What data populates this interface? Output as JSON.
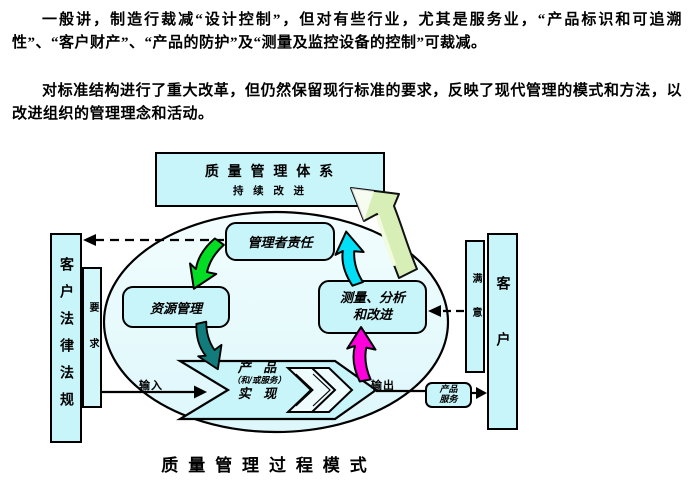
{
  "paragraphs": {
    "p1": "一般讲，制造行裁减“设计控制”，但对有些行业，尤其是服务业，“产品标识和可追溯性”、“客户财产”、“产品的防护”及“测量及监控设备的控制”可裁减。",
    "p2": "对标准结构进行了重大改革，但仍然保留现行标准的要求，反映了现代管理的模式和方法，以改进组织的管理理念和活动。"
  },
  "diagram": {
    "qms_box": {
      "title": "质 量 管 理 体 系",
      "subtitle": "持 续 改 进"
    },
    "management_responsibility": "管理者责任",
    "resource_management": "资源管理",
    "measurement_analysis": {
      "line1": "测量、分析",
      "line2": "和改进"
    },
    "product_realization": {
      "line1": "产 品",
      "line2": "（和/或服务）",
      "line3": "实 现"
    },
    "customer_laws": "客户法律法规",
    "requirements": "要求",
    "satisfaction": "满意",
    "customer": "客户",
    "product_service": {
      "line1": "产品",
      "line2": "服务"
    },
    "input_label": "输入",
    "output_label": "输出",
    "caption": "质 量 管 理 过 程 模 式",
    "colors": {
      "box_fill": "#c8f5fa",
      "ellipse_fill": "#e8fbfd",
      "outline": "#000000",
      "arrow_green": "#00dd22",
      "arrow_cyan": "#00dff5",
      "arrow_teal": "#127b7b",
      "arrow_magenta": "#ff00dd",
      "arrow_big_fill": "#d7efb7"
    }
  }
}
